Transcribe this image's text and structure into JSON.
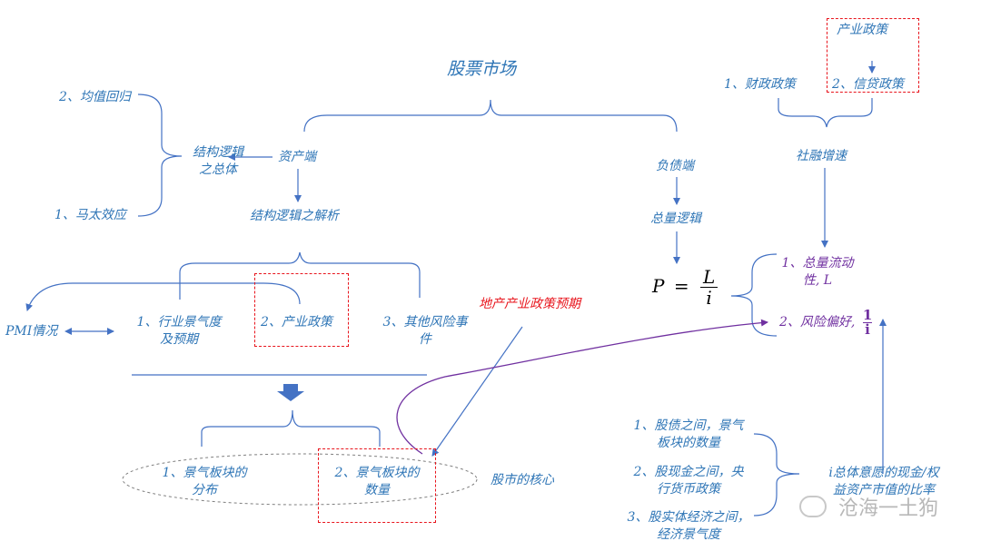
{
  "title": "股票市场",
  "asset_side": "资产端",
  "liability_side": "负债端",
  "structure_overall_1": "结构逻辑",
  "structure_overall_2": "之总体",
  "mean_reversion": "2、均值回归",
  "matthew_effect": "1、马太效应",
  "structure_analysis": "结构逻辑之解析",
  "pmi": "PMI情况",
  "industry_1": "1、行业景气度",
  "industry_2": "及预期",
  "industry_policy": "2、产业政策",
  "other_risk_1": "3、其他风险事",
  "other_risk_2": "件",
  "real_estate_policy": "地产产业政策预期",
  "prosperity_dist_1": "1、景气板块的",
  "prosperity_dist_2": "分布",
  "prosperity_count_1": "2、景气板块的",
  "prosperity_count_2": "数量",
  "market_core": "股市的核心",
  "total_logic": "总量逻辑",
  "formula": {
    "p": "P",
    "eq": "=",
    "num": "L",
    "den": "i"
  },
  "liquidity_1": "1、总量流动",
  "liquidity_2": "性, L",
  "risk_pref": "2、风险偏好,",
  "risk_frac": {
    "num": "1",
    "den": "i"
  },
  "industry_policy_top": "产业政策",
  "fiscal": "1、财政政策",
  "credit": "2、信贷政策",
  "social_financing": "社融增速",
  "stock_bond_1": "1、股债之间，景气",
  "stock_bond_2": "板块的数量",
  "stock_cash_1": "2、股现金之间，央",
  "stock_cash_2": "行货币政策",
  "stock_real_1": "3、股实体经济之间，",
  "stock_real_2": "经济景气度",
  "i_def_1": "i总体意愿的现金/权",
  "i_def_2": "益资产市值的比率",
  "watermark": "沧海一土狗"
}
